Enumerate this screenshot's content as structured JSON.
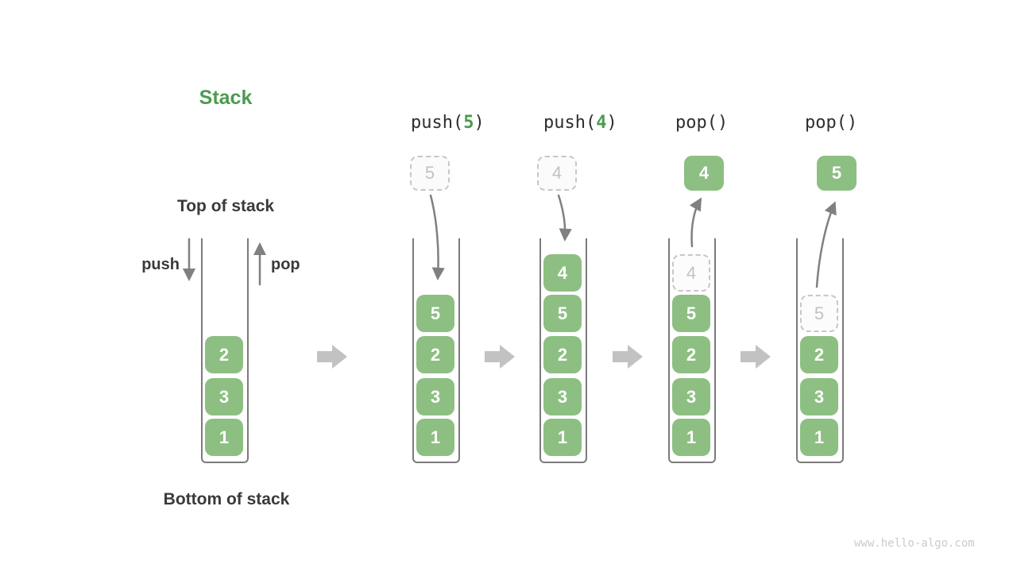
{
  "title": "Stack",
  "labels": {
    "top_of_stack": "Top of stack",
    "bottom_of_stack": "Bottom of stack",
    "push": "push",
    "pop": "pop"
  },
  "watermark": "www.hello-algo.com",
  "colors": {
    "green_fill": "#8dbf82",
    "green_dark": "#4c9b50",
    "arrow_gray": "#808080",
    "transition_gray": "#c2c2c2",
    "ghost_border": "#c7c7c7",
    "ghost_text": "#c2c2c2",
    "wall_gray": "#7b7b7b",
    "text_dark": "#3a3a3a",
    "watermark_gray": "#cbcbcb"
  },
  "columns": [
    {
      "name": "initial",
      "stack": [
        "2",
        "3",
        "1"
      ]
    },
    {
      "name": "push-5",
      "op": {
        "prefix": "push(",
        "arg": "5",
        "suffix": ")"
      },
      "incoming": "5",
      "stack": [
        "5",
        "2",
        "3",
        "1"
      ]
    },
    {
      "name": "push-4",
      "op": {
        "prefix": "push(",
        "arg": "4",
        "suffix": ")"
      },
      "incoming": "4",
      "stack": [
        "4",
        "5",
        "2",
        "3",
        "1"
      ]
    },
    {
      "name": "pop-first",
      "op": {
        "prefix": "pop(",
        "arg": "",
        "suffix": ")"
      },
      "outgoing": "4",
      "ghost": "4",
      "stack": [
        "5",
        "2",
        "3",
        "1"
      ]
    },
    {
      "name": "pop-second",
      "op": {
        "prefix": "pop(",
        "arg": "",
        "suffix": ")"
      },
      "outgoing": "5",
      "ghost": "5",
      "stack": [
        "2",
        "3",
        "1"
      ]
    }
  ]
}
